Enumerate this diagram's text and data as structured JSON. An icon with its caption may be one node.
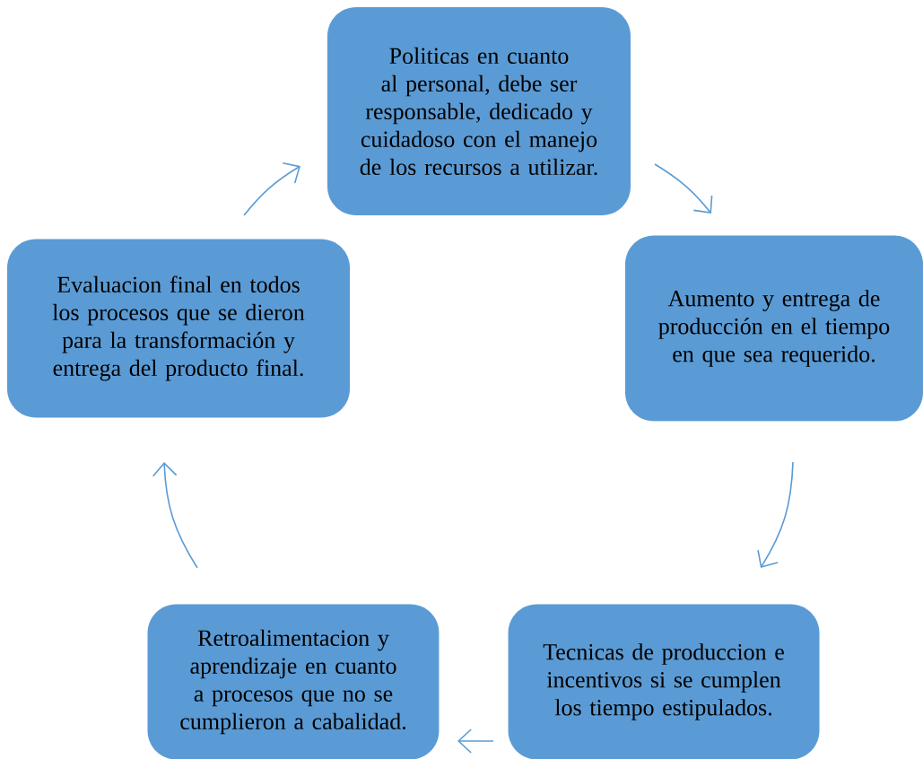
{
  "diagram": {
    "nodes": [
      {
        "text": [
          "Politicas en cuanto al personal, debe ser responsable, dedicado y cuidadoso con el manejo de los recursos a utilizar."
        ]
      },
      {
        "text": [
          "Aumento y entrega de producción en el tiempo en que sea requerido."
        ]
      },
      {
        "text": [
          "Tecnicas de produccion e incentivos si se cumplen los tiempo estipulados."
        ]
      },
      {
        "text": [
          "Retroalimentacion y aprendizaje en cuanto a procesos que no se cumplieron a cabalidad."
        ]
      },
      {
        "text": [
          "Evaluacion final en todos los procesos que se dieron para la transformación y entrega del producto final."
        ]
      }
    ],
    "edges": [
      {
        "from": 0,
        "to": 1,
        "arrow": "to"
      },
      {
        "from": 1,
        "to": 2,
        "arrow": "to"
      },
      {
        "from": 2,
        "to": 3,
        "arrow": "to"
      },
      {
        "from": 3,
        "to": 4,
        "arrow": "to"
      },
      {
        "from": 4,
        "to": 0,
        "arrow": "to"
      }
    ]
  }
}
